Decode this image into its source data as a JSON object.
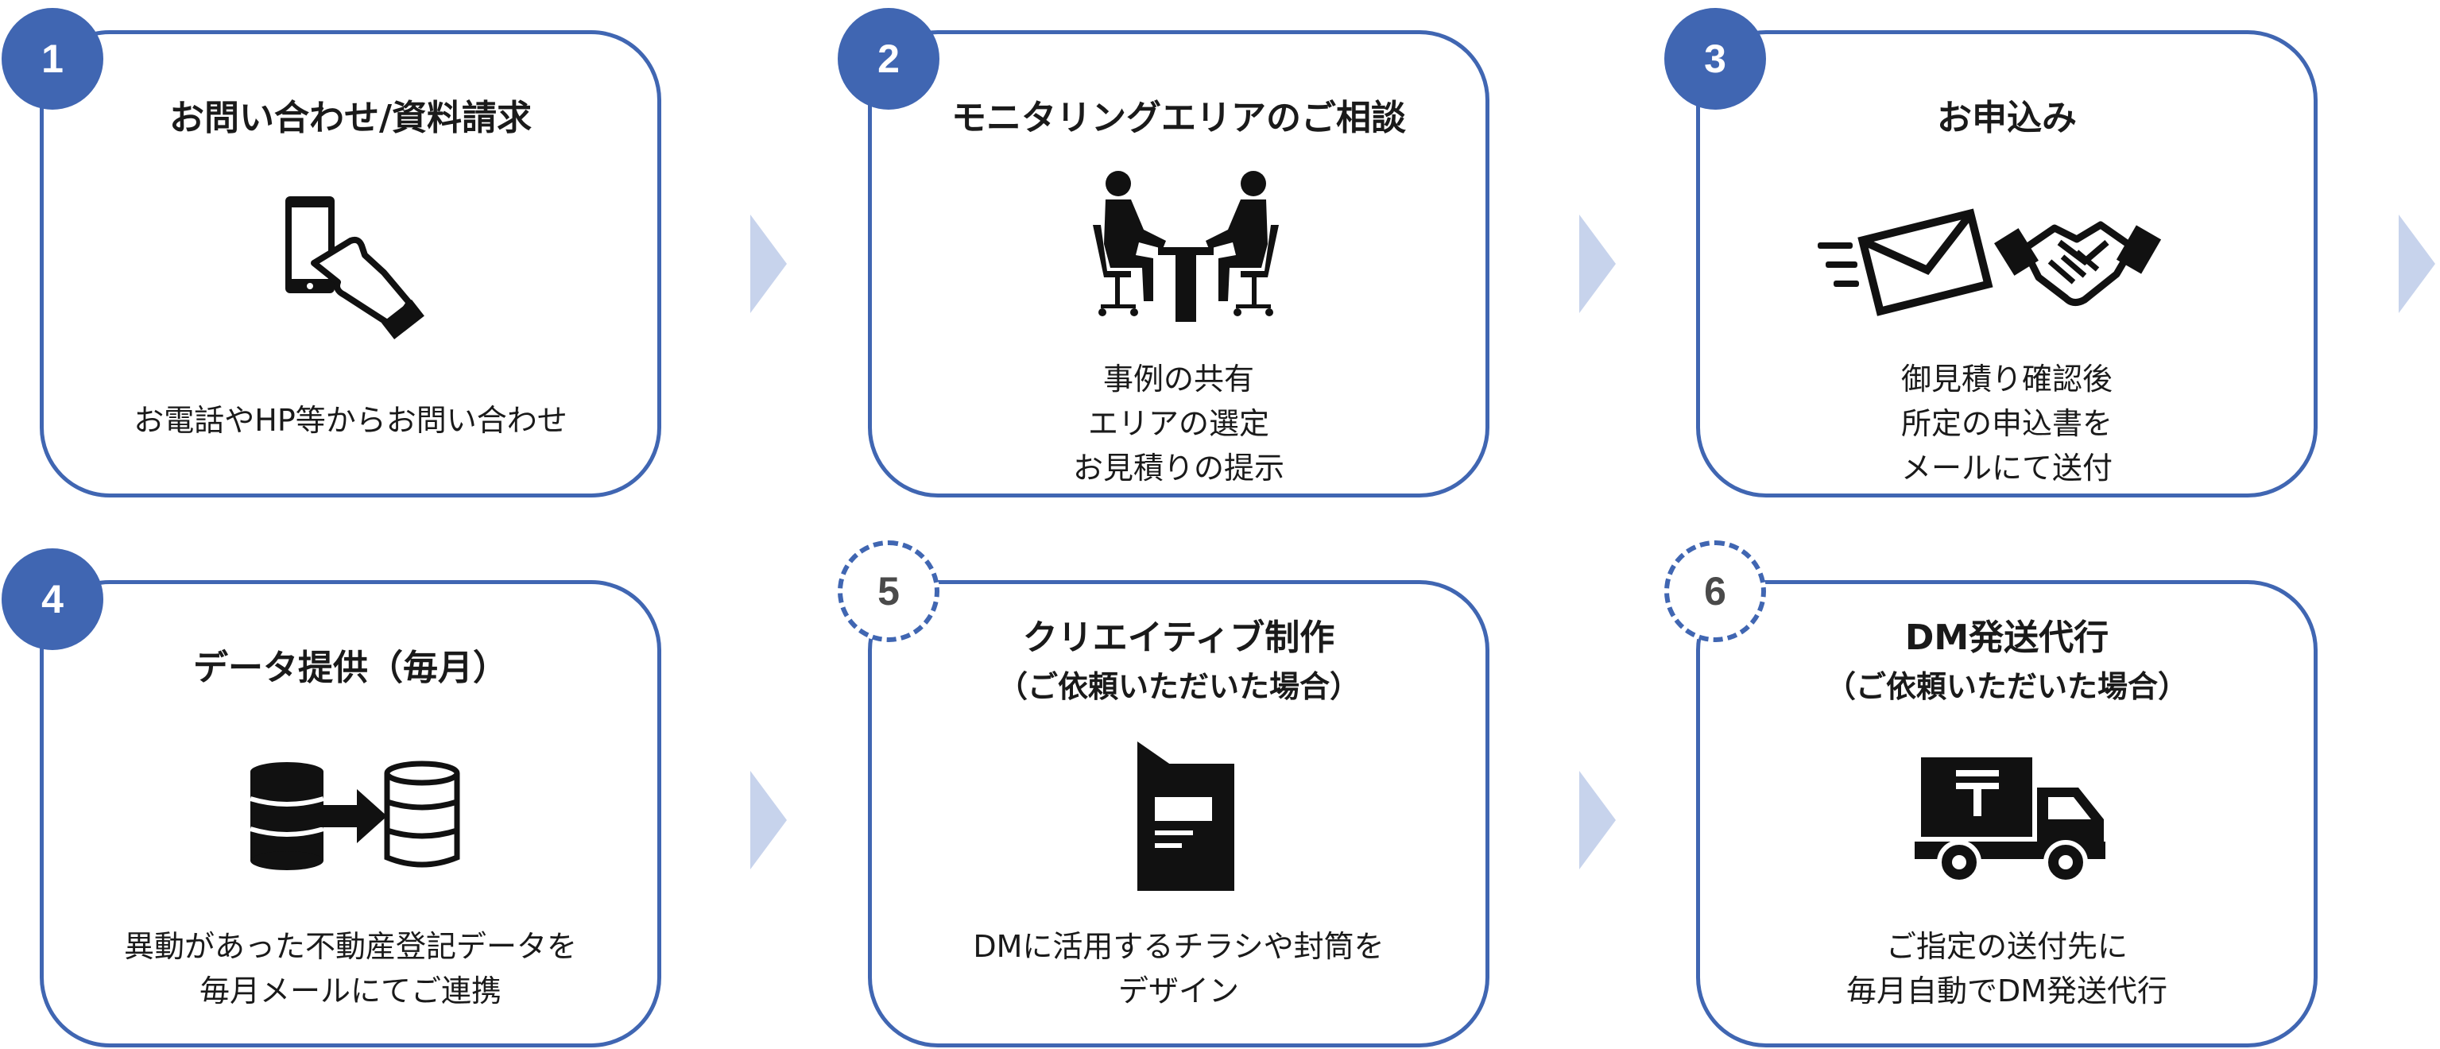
{
  "accent_color": "#4066b2",
  "arrow_color": "#c7d3ec",
  "steps": [
    {
      "number": "1",
      "badge_style": "solid",
      "title": "お問い合わせ/資料請求",
      "subtitle": "",
      "icon": "smartphone-tap-icon",
      "description": [
        "お電話やHP等からお問い合わせ"
      ]
    },
    {
      "number": "2",
      "badge_style": "solid",
      "title": "モニタリングエリアのご相談",
      "subtitle": "",
      "icon": "meeting-icon",
      "description": [
        "事例の共有",
        "エリアの選定",
        "お見積りの提示"
      ]
    },
    {
      "number": "3",
      "badge_style": "solid",
      "title": "お申込み",
      "subtitle": "",
      "icon": "mail-and-handshake-icon",
      "description": [
        "御見積り確認後",
        "所定の申込書を",
        "メールにて送付"
      ]
    },
    {
      "number": "4",
      "badge_style": "solid",
      "title": "データ提供（毎月）",
      "subtitle": "",
      "icon": "database-transfer-icon",
      "description": [
        "異動があった不動産登記データを",
        "毎月メールにてご連携"
      ]
    },
    {
      "number": "5",
      "badge_style": "dashed",
      "title": "クリエイティブ制作",
      "subtitle": "（ご依頼いただいた場合）",
      "icon": "flyer-icon",
      "description": [
        "DMに活用するチラシや封筒を",
        "デザイン"
      ]
    },
    {
      "number": "6",
      "badge_style": "dashed",
      "title": "DM発送代行",
      "subtitle": "（ご依頼いただいた場合）",
      "icon": "postal-truck-icon",
      "description": [
        "ご指定の送付先に",
        "毎月自動でDM発送代行"
      ]
    }
  ]
}
